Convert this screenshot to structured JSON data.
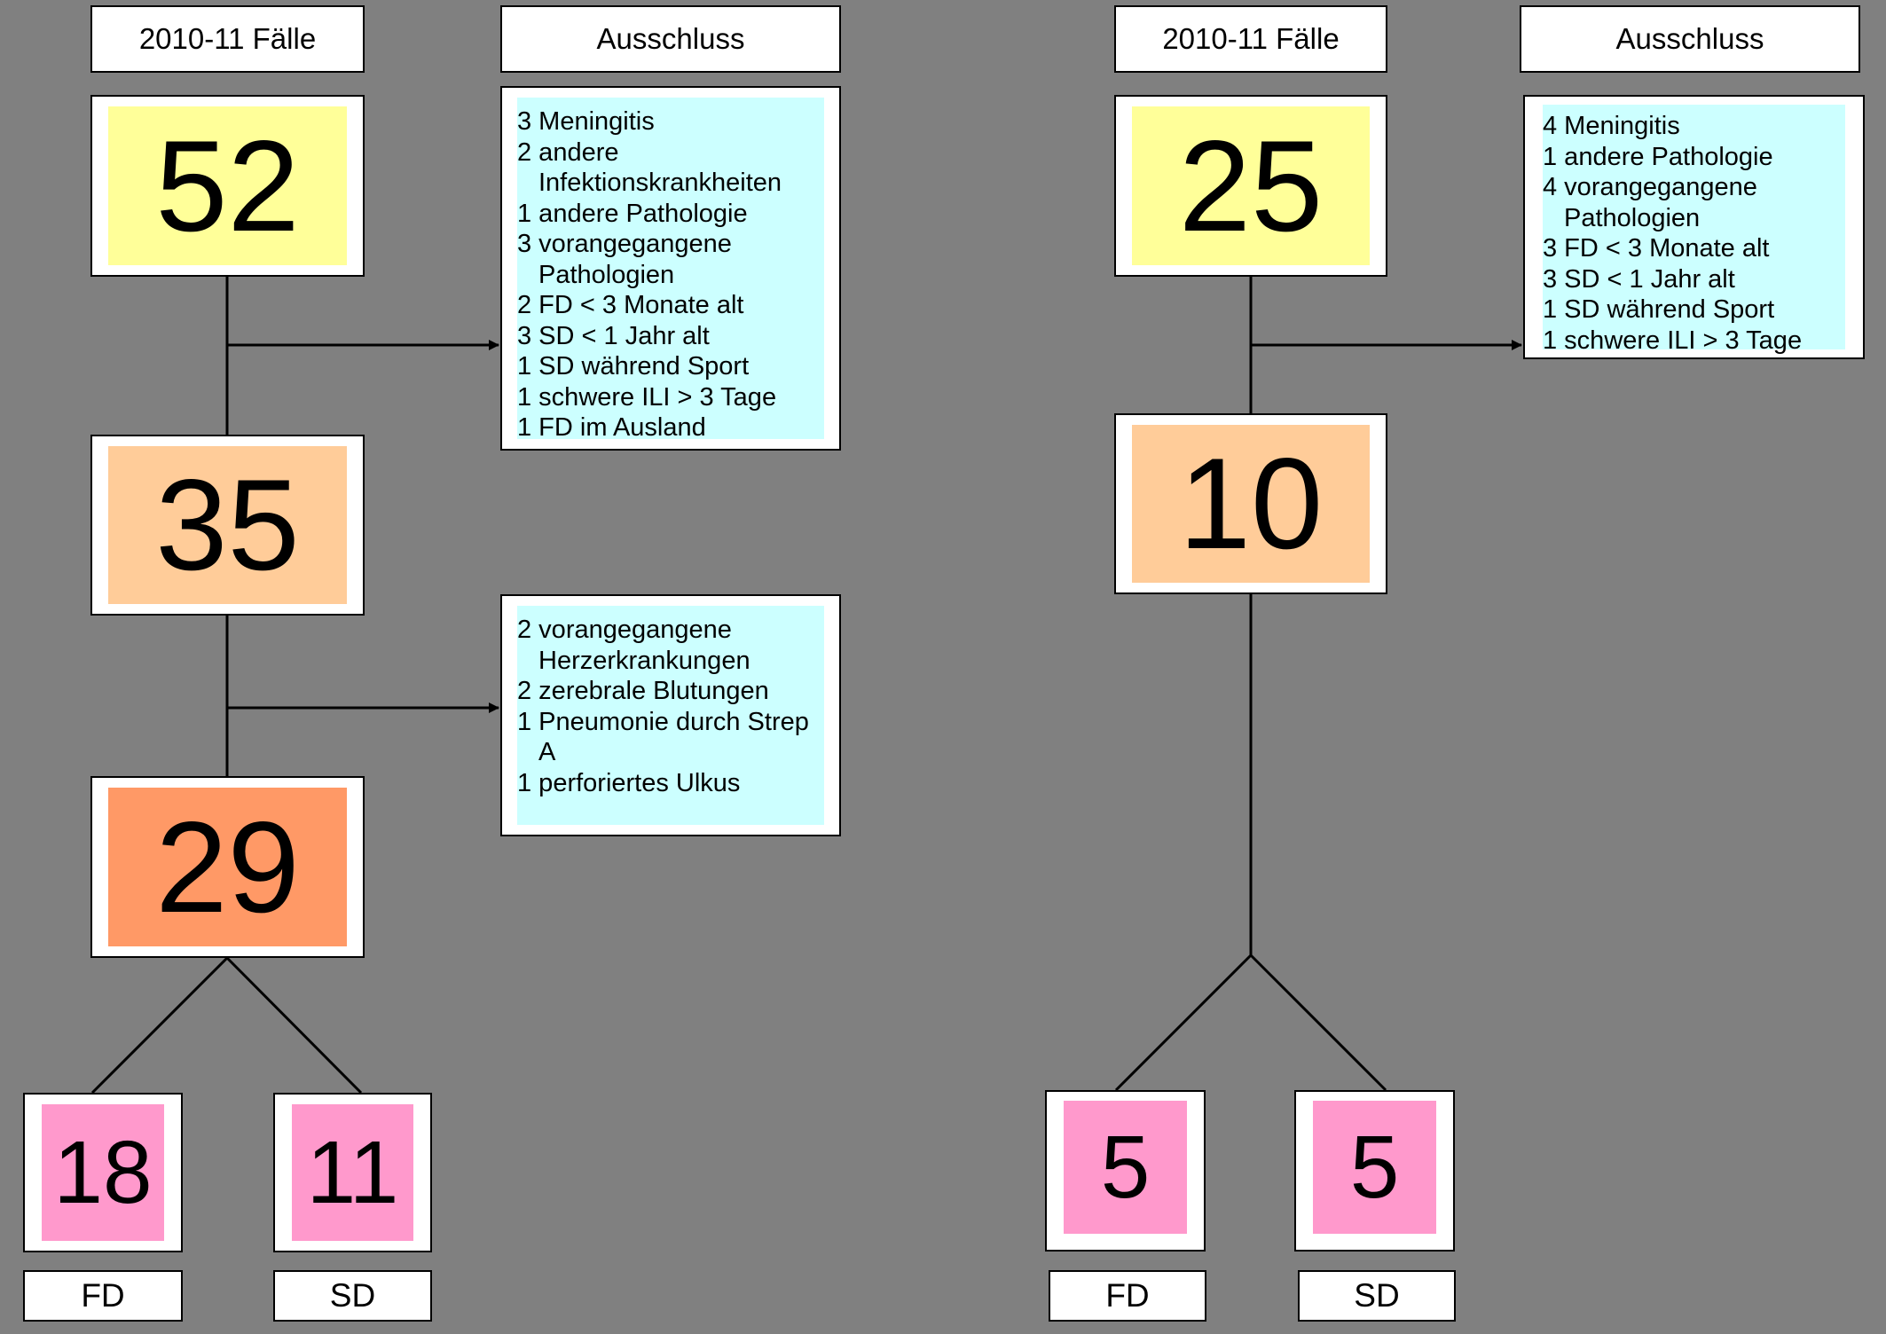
{
  "colors": {
    "background": "#808080",
    "stage1": "#ffff99",
    "stage2": "#ffcc99",
    "stage3": "#ff9966",
    "outcome": "#ff99cc",
    "exclusion": "#ccffff"
  },
  "left": {
    "header_cases": "2010-11 Fälle",
    "header_exclusion": "Ausschluss",
    "count_initial": "52",
    "count_middle": "35",
    "count_final": "29",
    "exclusions_1": [
      "3 Meningitis",
      "2 andere Infektionskrankheiten",
      "1 andere Pathologie",
      "3 vorangegangene Pathologien",
      "2 FD < 3 Monate alt",
      "3 SD < 1 Jahr alt",
      "1 SD während Sport",
      "1 schwere ILI > 3 Tage",
      "1 FD im Ausland"
    ],
    "exclusions_2": [
      "2 vorangegangene Herzerkrankungen",
      "2 zerebrale Blutungen",
      "1 Pneumonie durch Strep A",
      "1 perforiertes Ulkus"
    ],
    "fd_count": "18",
    "sd_count": "11",
    "fd_label": "FD",
    "sd_label": "SD"
  },
  "right": {
    "header_cases": "2010-11 Fälle",
    "header_exclusion": "Ausschluss",
    "count_initial": "25",
    "count_final": "10",
    "exclusions_1": [
      "4 Meningitis",
      "1 andere Pathologie",
      "4 vorangegangene Pathologien",
      "3 FD < 3 Monate alt",
      "3 SD < 1 Jahr alt",
      "1 SD während Sport",
      "1 schwere ILI > 3 Tage"
    ],
    "fd_count": "5",
    "sd_count": "5",
    "fd_label": "FD",
    "sd_label": "SD"
  }
}
